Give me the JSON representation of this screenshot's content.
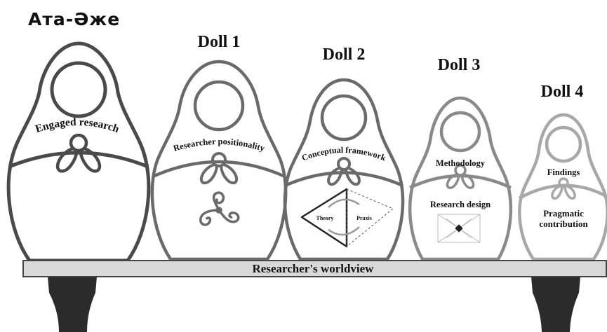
{
  "dolls": [
    {
      "title": "Ата-Әже",
      "arc_label": "Engaged research",
      "color": "#4a4a4a"
    },
    {
      "title": "Doll 1",
      "arc_label": "Researcher positionality",
      "color": "#6a6a6a"
    },
    {
      "title": "Doll 2",
      "arc_label": "Conceptual framework",
      "color": "#6a6a6a",
      "inner_labels": [
        "Theory",
        "Praxis"
      ]
    },
    {
      "title": "Doll 3",
      "label": "Methodology",
      "body_label": "Research design",
      "color": "#8a8a8a"
    },
    {
      "title": "Doll 4",
      "label": "Findings",
      "body_lines": [
        "Pragmatic",
        "contribution"
      ],
      "color": "#a8a8a8"
    }
  ],
  "shelf": {
    "label": "Researcher's worldview"
  }
}
